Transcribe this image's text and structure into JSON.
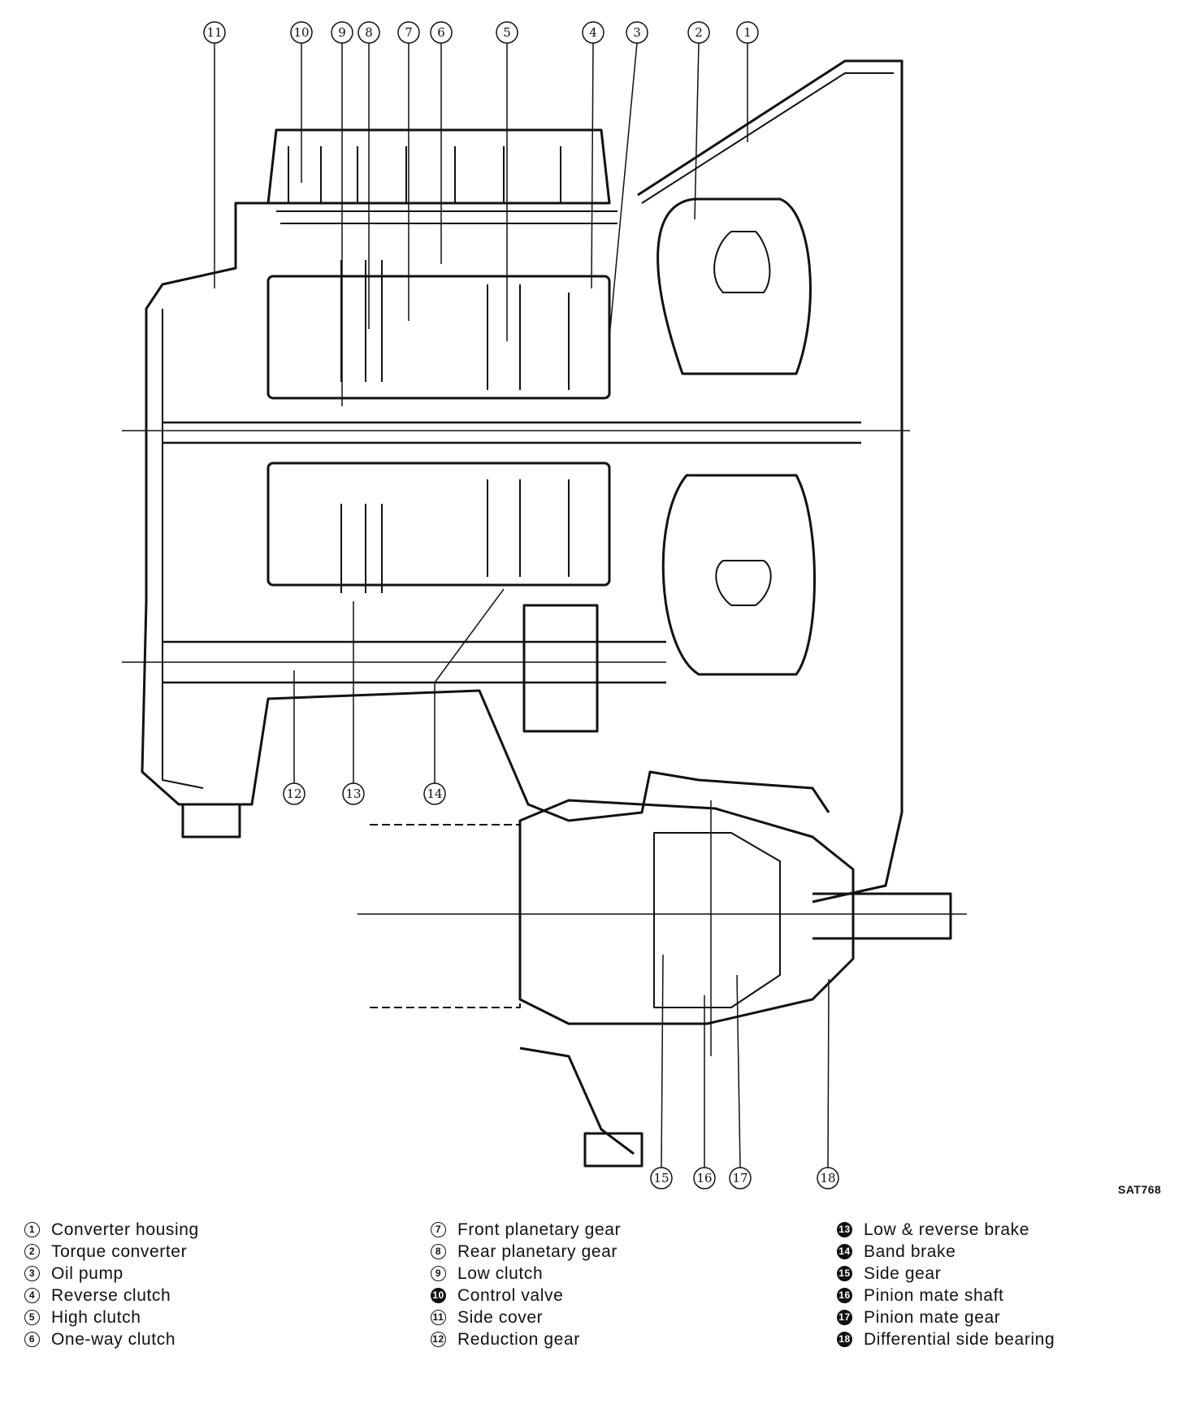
{
  "figure_code": "SAT768",
  "callouts": [
    {
      "num": "1"
    },
    {
      "num": "2"
    },
    {
      "num": "3"
    },
    {
      "num": "4"
    },
    {
      "num": "5"
    },
    {
      "num": "6"
    },
    {
      "num": "7"
    },
    {
      "num": "8"
    },
    {
      "num": "9"
    },
    {
      "num": "10"
    },
    {
      "num": "11"
    },
    {
      "num": "12"
    },
    {
      "num": "13"
    },
    {
      "num": "14"
    },
    {
      "num": "15"
    },
    {
      "num": "16"
    },
    {
      "num": "17"
    },
    {
      "num": "18"
    }
  ],
  "legend": {
    "col1": [
      {
        "num": "1",
        "label": "Converter housing"
      },
      {
        "num": "2",
        "label": "Torque converter"
      },
      {
        "num": "3",
        "label": "Oil pump"
      },
      {
        "num": "4",
        "label": "Reverse clutch"
      },
      {
        "num": "5",
        "label": "High clutch"
      },
      {
        "num": "6",
        "label": "One-way clutch"
      }
    ],
    "col2": [
      {
        "num": "7",
        "label": "Front planetary gear"
      },
      {
        "num": "8",
        "label": "Rear planetary gear"
      },
      {
        "num": "9",
        "label": "Low clutch"
      },
      {
        "num": "10",
        "label": "Control valve"
      },
      {
        "num": "11",
        "label": "Side cover"
      },
      {
        "num": "12",
        "label": "Reduction gear"
      }
    ],
    "col3": [
      {
        "num": "13",
        "label": "Low & reverse brake"
      },
      {
        "num": "14",
        "label": "Band brake"
      },
      {
        "num": "15",
        "label": "Side gear"
      },
      {
        "num": "16",
        "label": "Pinion mate shaft"
      },
      {
        "num": "17",
        "label": "Pinion mate gear"
      },
      {
        "num": "18",
        "label": "Differential side bearing"
      }
    ]
  }
}
